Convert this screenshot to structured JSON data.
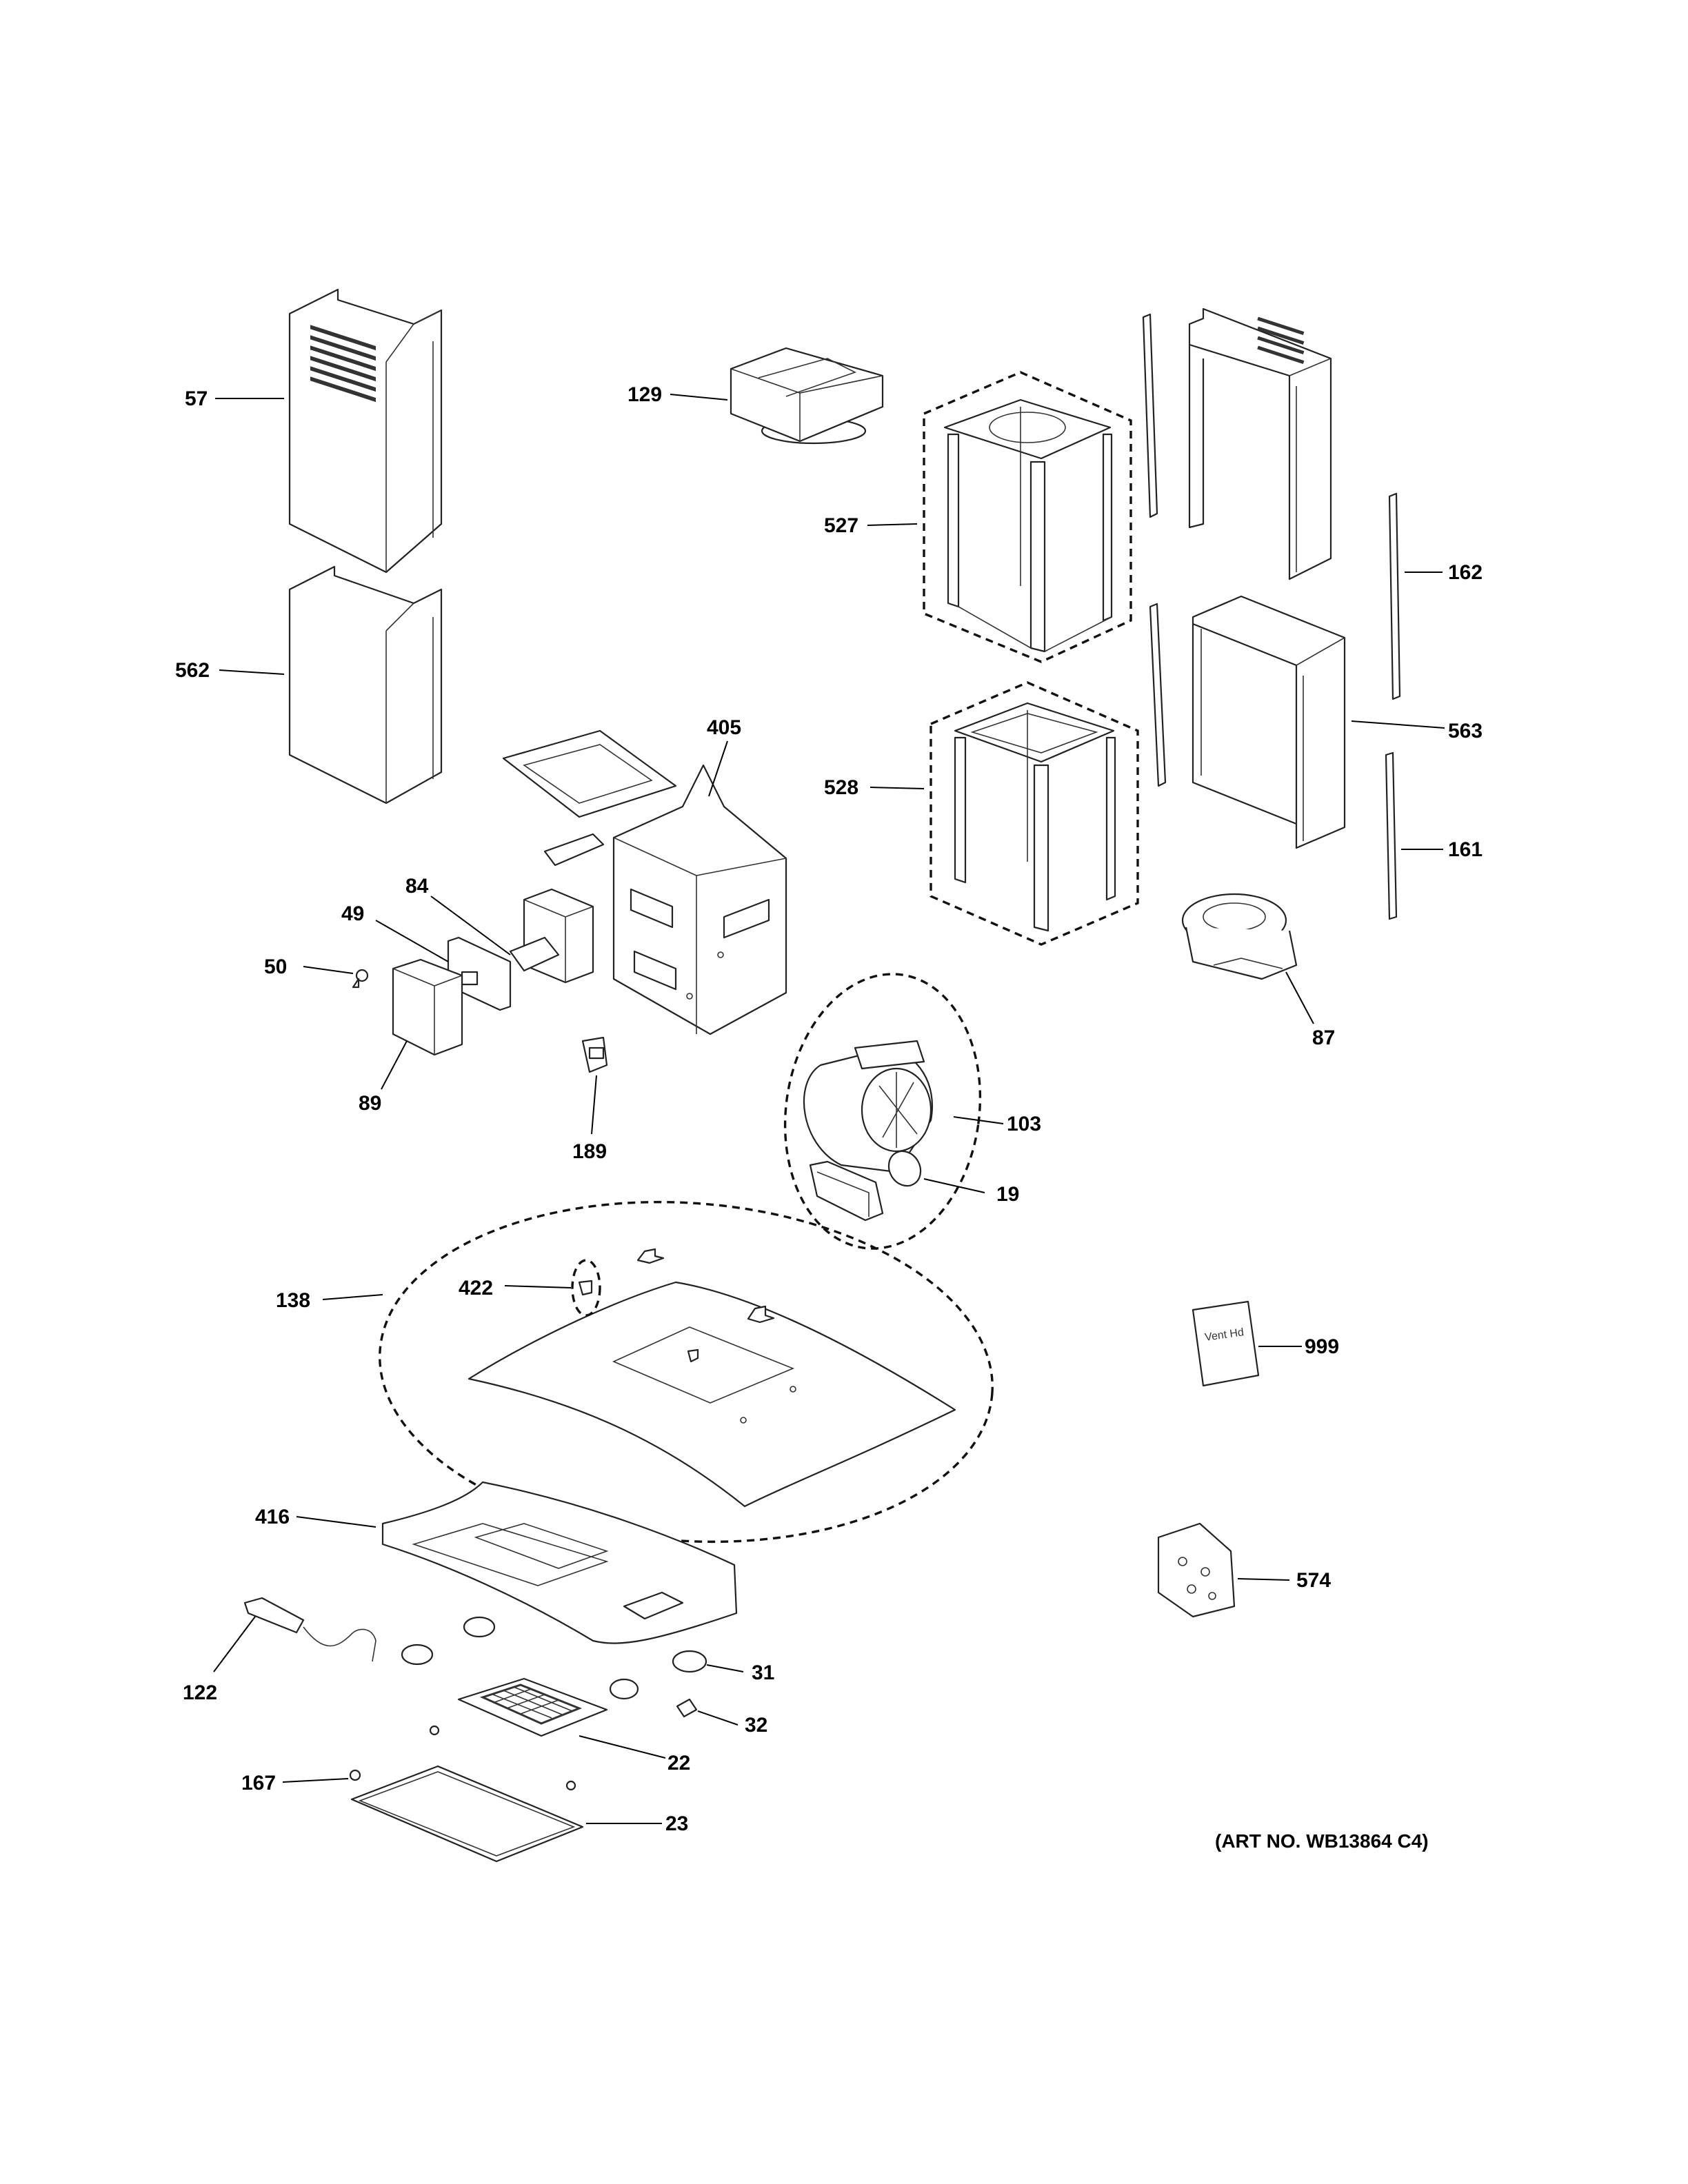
{
  "diagram": {
    "art_number": "(ART NO. WB13864 C4)",
    "callouts": [
      {
        "id": "c57",
        "label": "57"
      },
      {
        "id": "c562",
        "label": "562"
      },
      {
        "id": "c129",
        "label": "129"
      },
      {
        "id": "c527",
        "label": "527"
      },
      {
        "id": "c162",
        "label": "162"
      },
      {
        "id": "c563",
        "label": "563"
      },
      {
        "id": "c528",
        "label": "528"
      },
      {
        "id": "c161",
        "label": "161"
      },
      {
        "id": "c405",
        "label": "405"
      },
      {
        "id": "c84",
        "label": "84"
      },
      {
        "id": "c49",
        "label": "49"
      },
      {
        "id": "c50",
        "label": "50"
      },
      {
        "id": "c89",
        "label": "89"
      },
      {
        "id": "c189",
        "label": "189"
      },
      {
        "id": "c87",
        "label": "87"
      },
      {
        "id": "c103",
        "label": "103"
      },
      {
        "id": "c19",
        "label": "19"
      },
      {
        "id": "c138",
        "label": "138"
      },
      {
        "id": "c422",
        "label": "422"
      },
      {
        "id": "c999",
        "label": "999"
      },
      {
        "id": "c416",
        "label": "416"
      },
      {
        "id": "c574",
        "label": "574"
      },
      {
        "id": "c122",
        "label": "122"
      },
      {
        "id": "c31",
        "label": "31"
      },
      {
        "id": "c32",
        "label": "32"
      },
      {
        "id": "c22",
        "label": "22"
      },
      {
        "id": "c167",
        "label": "167"
      },
      {
        "id": "c23",
        "label": "23"
      }
    ],
    "manual_text": "Vent Hd"
  }
}
